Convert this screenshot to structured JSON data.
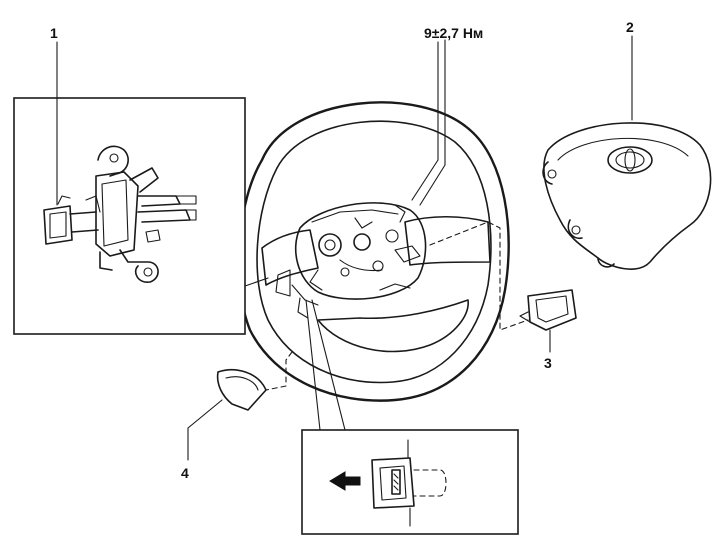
{
  "labels": {
    "part_1": "1",
    "part_2": "2",
    "part_3": "3",
    "part_4": "4",
    "torque": "9±2,7 Нм"
  },
  "colors": {
    "ink": "#1a1a1a",
    "paper": "#ffffff"
  },
  "icons": {
    "direction_arrow": "arrow-left-icon",
    "emblem": "toyota-emblem-icon"
  }
}
